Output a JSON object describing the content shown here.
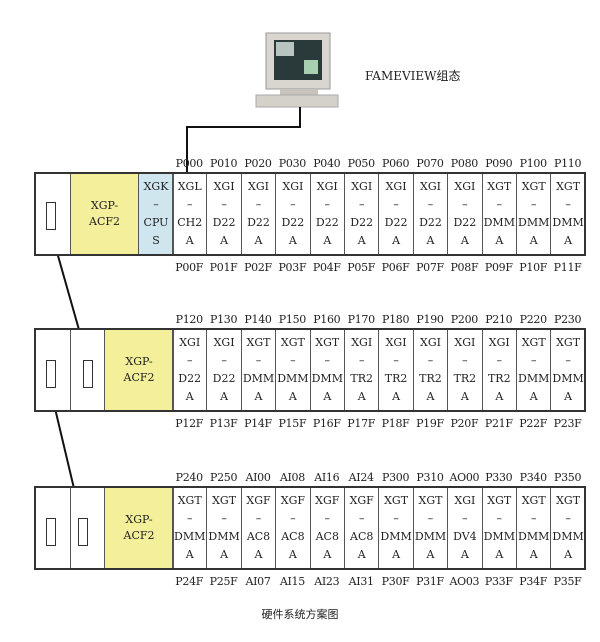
{
  "pc": {
    "label": "FAMEVIEW组态",
    "icon": "computer-icon"
  },
  "racks": [
    {
      "power": [
        "XGP-",
        "ACF2"
      ],
      "cpu": [
        "XGK",
        "–",
        "CPU",
        "S"
      ],
      "top_labels": [
        "P000",
        "P010",
        "P020",
        "P030",
        "P040",
        "P050",
        "P060",
        "P070",
        "P080",
        "P090",
        "P100",
        "P110"
      ],
      "bottom_labels": [
        "P00F",
        "P01F",
        "P02F",
        "P03F",
        "P04F",
        "P05F",
        "P06F",
        "P07F",
        "P08F",
        "P09F",
        "P10F",
        "P11F"
      ],
      "modules": [
        [
          "XGL",
          "–",
          "CH2",
          "A"
        ],
        [
          "XGI",
          "–",
          "D22",
          "A"
        ],
        [
          "XGI",
          "–",
          "D22",
          "A"
        ],
        [
          "XGI",
          "–",
          "D22",
          "A"
        ],
        [
          "XGI",
          "–",
          "D22",
          "A"
        ],
        [
          "XGI",
          "–",
          "D22",
          "A"
        ],
        [
          "XGI",
          "–",
          "D22",
          "A"
        ],
        [
          "XGI",
          "–",
          "D22",
          "A"
        ],
        [
          "XGI",
          "–",
          "D22",
          "A"
        ],
        [
          "XGT",
          "–",
          "DMM",
          "A"
        ],
        [
          "XGT",
          "–",
          "DMM",
          "A"
        ],
        [
          "XGT",
          "–",
          "DMM",
          "A"
        ]
      ]
    },
    {
      "power": [
        "XGP-",
        "ACF2"
      ],
      "top_labels": [
        "P120",
        "P130",
        "P140",
        "P150",
        "P160",
        "P170",
        "P180",
        "P190",
        "P200",
        "P210",
        "P220",
        "P230"
      ],
      "bottom_labels": [
        "P12F",
        "P13F",
        "P14F",
        "P15F",
        "P16F",
        "P17F",
        "P18F",
        "P19F",
        "P20F",
        "P21F",
        "P22F",
        "P23F"
      ],
      "modules": [
        [
          "XGI",
          "–",
          "D22",
          "A"
        ],
        [
          "XGI",
          "–",
          "D22",
          "A"
        ],
        [
          "XGT",
          "–",
          "DMM",
          "A"
        ],
        [
          "XGT",
          "–",
          "DMM",
          "A"
        ],
        [
          "XGT",
          "–",
          "DMM",
          "A"
        ],
        [
          "XGI",
          "–",
          "TR2",
          "A"
        ],
        [
          "XGI",
          "–",
          "TR2",
          "A"
        ],
        [
          "XGI",
          "–",
          "TR2",
          "A"
        ],
        [
          "XGI",
          "–",
          "TR2",
          "A"
        ],
        [
          "XGI",
          "–",
          "TR2",
          "A"
        ],
        [
          "XGT",
          "–",
          "DMM",
          "A"
        ],
        [
          "XGT",
          "–",
          "DMM",
          "A"
        ]
      ]
    },
    {
      "power": [
        "XGP-",
        "ACF2"
      ],
      "top_labels": [
        "P240",
        "P250",
        "AI00",
        "AI08",
        "AI16",
        "AI24",
        "P300",
        "P310",
        "AO00",
        "P330",
        "P340",
        "P350"
      ],
      "bottom_labels": [
        "P24F",
        "P25F",
        "AI07",
        "AI15",
        "AI23",
        "AI31",
        "P30F",
        "P31F",
        "AO03",
        "P33F",
        "P34F",
        "P35F"
      ],
      "modules": [
        [
          "XGT",
          "–",
          "DMM",
          "A"
        ],
        [
          "XGT",
          "–",
          "DMM",
          "A"
        ],
        [
          "XGF",
          "–",
          "AC8",
          "A"
        ],
        [
          "XGF",
          "–",
          "AC8",
          "A"
        ],
        [
          "XGF",
          "–",
          "AC8",
          "A"
        ],
        [
          "XGF",
          "–",
          "AC8",
          "A"
        ],
        [
          "XGT",
          "–",
          "DMM",
          "A"
        ],
        [
          "XGT",
          "–",
          "DMM",
          "A"
        ],
        [
          "XGI",
          "–",
          "DV4",
          "A"
        ],
        [
          "XGT",
          "–",
          "DMM",
          "A"
        ],
        [
          "XGT",
          "–",
          "DMM",
          "A"
        ],
        [
          "XGT",
          "–",
          "DMM",
          "A"
        ]
      ]
    }
  ],
  "caption": "硬件系统方案图"
}
